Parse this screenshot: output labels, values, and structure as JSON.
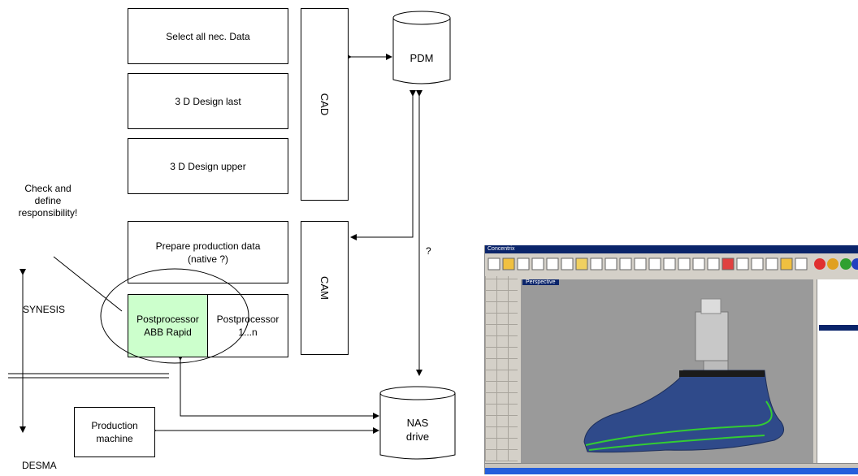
{
  "boxes": {
    "select_data": "Select all nec. Data",
    "design_last": "3 D Design last",
    "design_upper": "3 D Design upper",
    "prepare_production": "Prepare production data\n(native ?)",
    "postprocessor_abb": "Postprocessor\nABB Rapid",
    "postprocessor_n": "Postprocessor\n1...n",
    "production_machine": "Production\nmachine"
  },
  "side_boxes": {
    "cad": "CAD",
    "cam": "CAM"
  },
  "storage": {
    "pdm": "PDM",
    "nas": "NAS\ndrive"
  },
  "labels": {
    "check": "Check and\ndefine\nresponsibility!",
    "synesis": "SYNESIS",
    "desma": "DESMA",
    "question": "?"
  },
  "colors": {
    "highlight": "#ccffcc",
    "shoe": "#2f4a8a",
    "curve": "#33cc33"
  },
  "screenshot": {
    "window_title": "Concentrix",
    "viewport_label": "Perspective"
  }
}
